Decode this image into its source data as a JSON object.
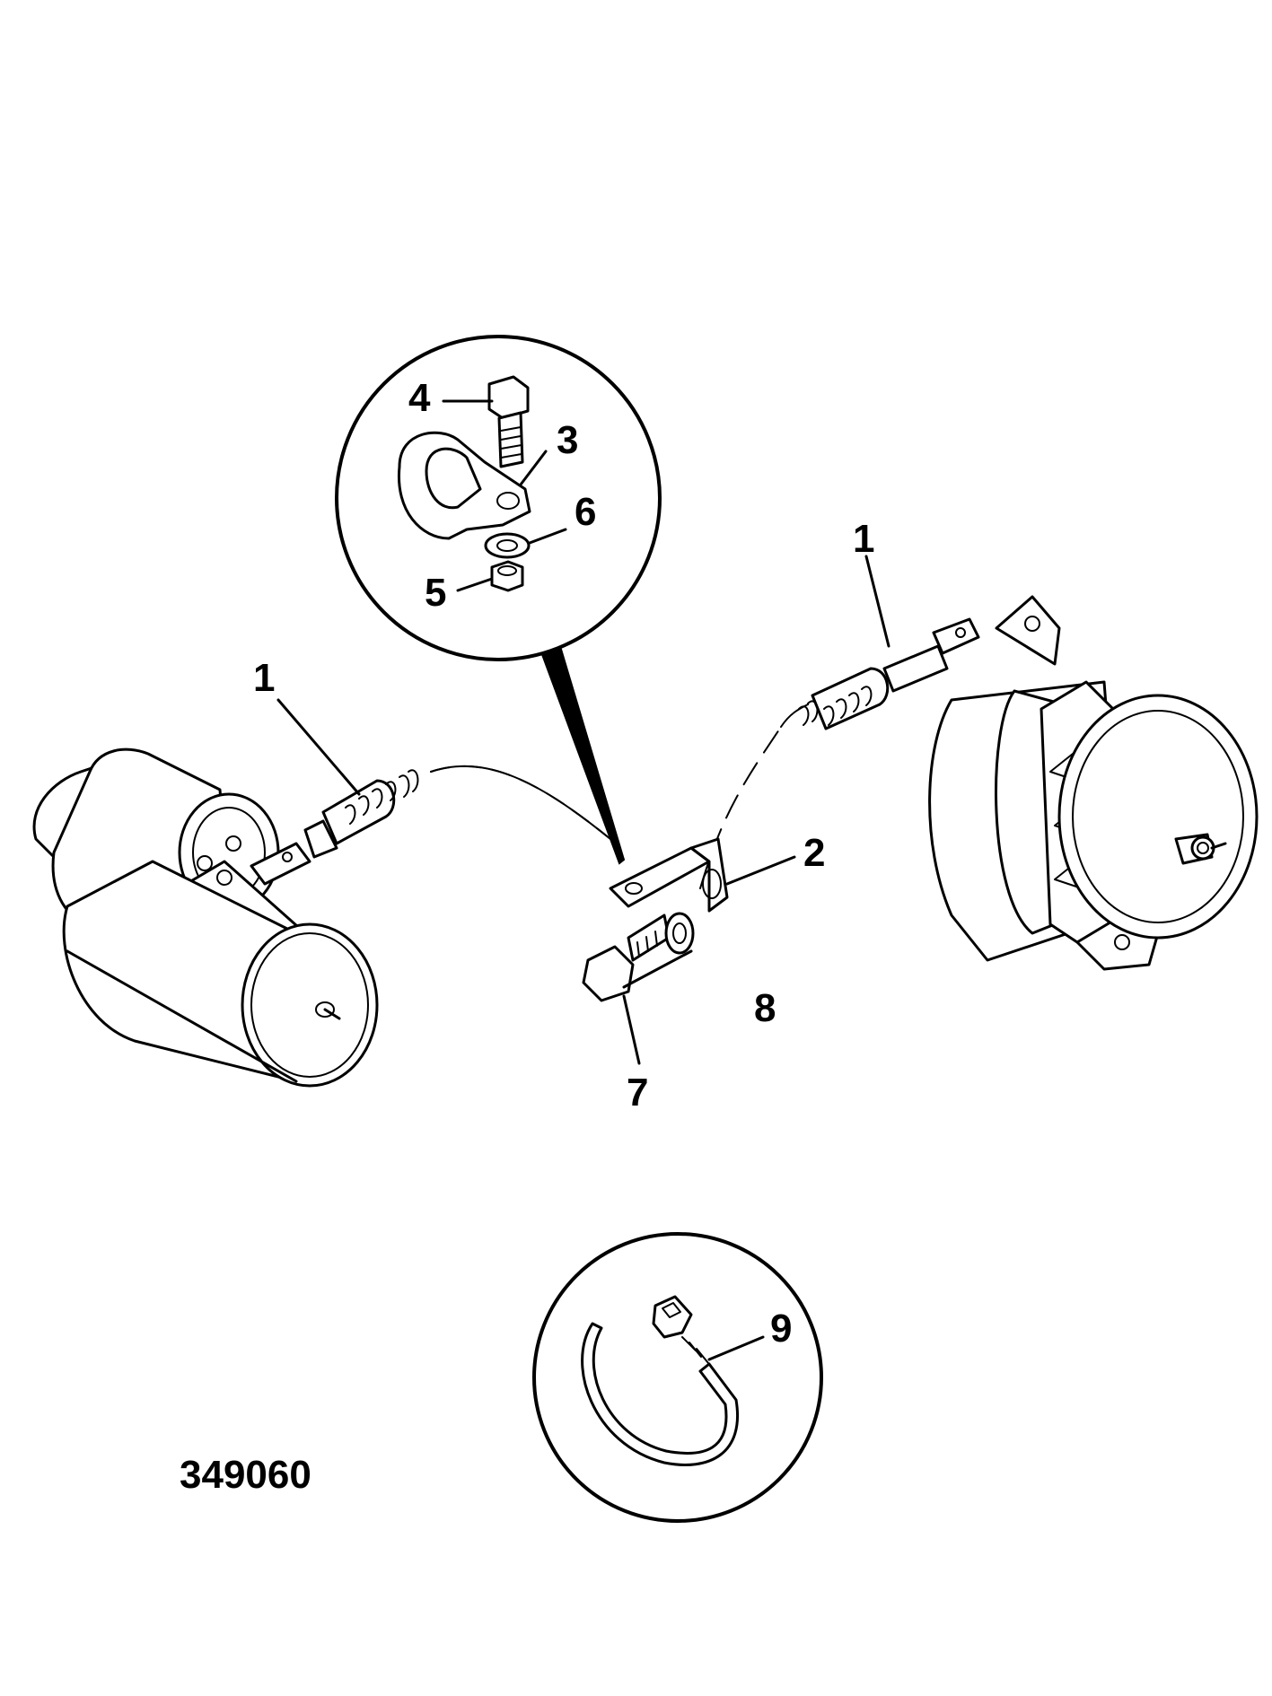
{
  "figure": {
    "number": "349060",
    "background": "#ffffff",
    "line_color": "#000000"
  },
  "callouts": [
    {
      "id": "callout-1-left",
      "label": "1"
    },
    {
      "id": "callout-1-right",
      "label": "1"
    },
    {
      "id": "callout-2",
      "label": "2"
    },
    {
      "id": "callout-3",
      "label": "3"
    },
    {
      "id": "callout-4",
      "label": "4"
    },
    {
      "id": "callout-5",
      "label": "5"
    },
    {
      "id": "callout-6",
      "label": "6"
    },
    {
      "id": "callout-7",
      "label": "7"
    },
    {
      "id": "callout-8",
      "label": "8"
    },
    {
      "id": "callout-9",
      "label": "9"
    }
  ]
}
